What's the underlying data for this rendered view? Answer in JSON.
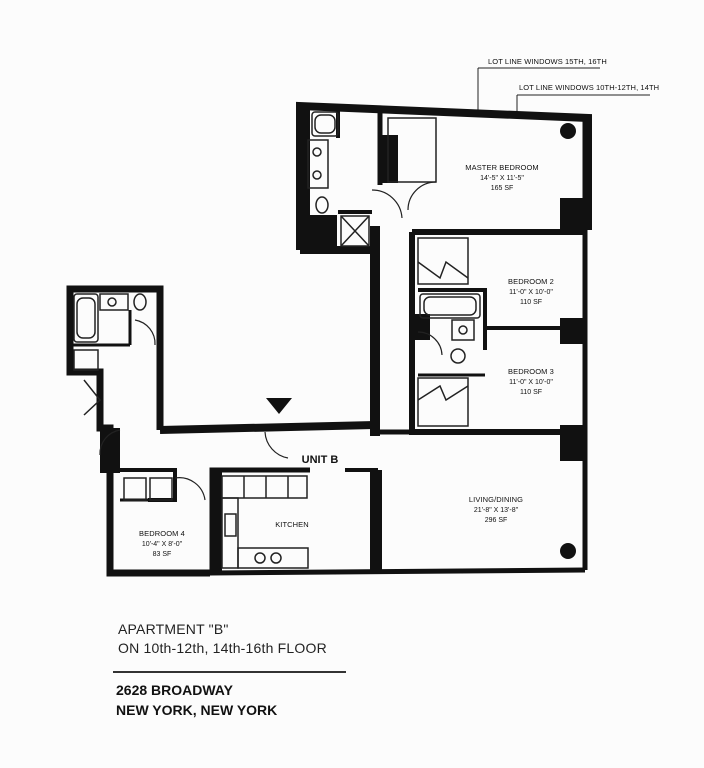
{
  "annotations": {
    "lot_line_1": "LOT LINE WINDOWS 15TH, 16TH",
    "lot_line_2": "LOT LINE WINDOWS 10TH-12TH, 14TH"
  },
  "rooms": {
    "master": {
      "name": "MASTER BEDROOM",
      "dims": "14'-5\" X 11'-5\"",
      "area": "165 SF"
    },
    "bedroom2": {
      "name": "BEDROOM 2",
      "dims": "11'-0\" X 10'-0\"",
      "area": "110 SF"
    },
    "bedroom3": {
      "name": "BEDROOM 3",
      "dims": "11'-0\" X 10'-0\"",
      "area": "110 SF"
    },
    "bedroom4": {
      "name": "BEDROOM 4",
      "dims": "10'-4\" X 8'-0\"",
      "area": "83 SF"
    },
    "living": {
      "name": "LIVING/DINING",
      "dims": "21'-8\" X 13'-8\"",
      "area": "296 SF"
    },
    "kitchen": {
      "name": "KITCHEN"
    }
  },
  "unit_label": "UNIT B",
  "title": {
    "line1": "APARTMENT \"B\"",
    "line2": "ON 10th-12th, 14th-16th FLOOR"
  },
  "address": {
    "line1": "2628 BROADWAY",
    "line2": "NEW YORK, NEW YORK"
  }
}
